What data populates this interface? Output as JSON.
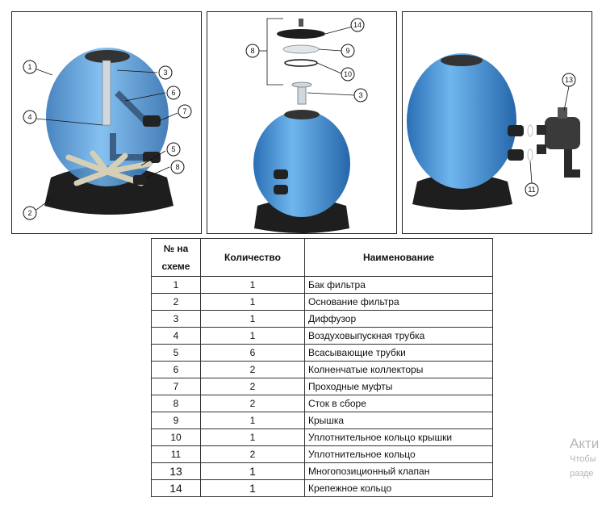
{
  "callouts": {
    "panel1": [
      "1",
      "2",
      "3",
      "4",
      "5",
      "6",
      "7",
      "8"
    ],
    "panel2": [
      "8",
      "14",
      "9",
      "10",
      "3"
    ],
    "panel3": [
      "13",
      "11"
    ]
  },
  "table": {
    "headers": [
      "№ на схеме",
      "Количество",
      "Наименование"
    ],
    "rows": [
      {
        "num": "1",
        "qty": "1",
        "name": "Бак фильтра"
      },
      {
        "num": "2",
        "qty": "1",
        "name": "Основание фильтра"
      },
      {
        "num": "3",
        "qty": "1",
        "name": "Диффузор"
      },
      {
        "num": "4",
        "qty": "1",
        "name": "Воздуховыпускная трубка"
      },
      {
        "num": "5",
        "qty": "6",
        "name": "Всасывающие трубки"
      },
      {
        "num": "6",
        "qty": "2",
        "name": "Колненчатые коллекторы"
      },
      {
        "num": "7",
        "qty": "2",
        "name": "Проходные муфты"
      },
      {
        "num": "8",
        "qty": "2",
        "name": "Сток в сборе"
      },
      {
        "num": "9",
        "qty": "1",
        "name": "Крышка"
      },
      {
        "num": "10",
        "qty": "1",
        "name": "Уплотнительное кольцо крышки"
      },
      {
        "num": "11",
        "qty": "2",
        "name": "Уплотнительное кольцо"
      },
      {
        "num": "13",
        "qty": "1",
        "name": "Многопозиционный клапан"
      },
      {
        "num": "14",
        "qty": "1",
        "name": "Крепежное кольцо"
      }
    ]
  },
  "watermark": {
    "title": "Акти",
    "line1": "Чтобы",
    "line2": "разде"
  },
  "colors": {
    "tank_blue": "#3a8fd8",
    "base_black": "#1e1e1e"
  }
}
